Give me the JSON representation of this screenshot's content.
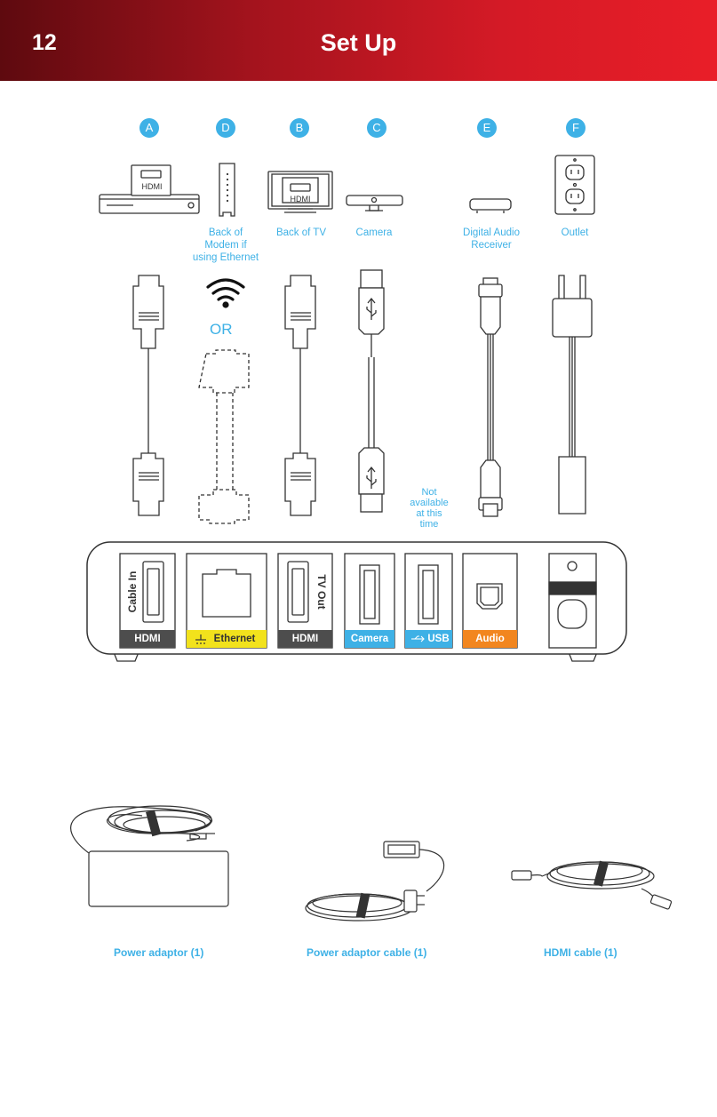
{
  "header": {
    "page_number": "12",
    "title": "Set Up"
  },
  "letters": {
    "a": "A",
    "d": "D",
    "b": "B",
    "c": "C",
    "e": "E",
    "f": "F"
  },
  "devices": {
    "cable_box_hdmi": "HDMI",
    "tv_hdmi": "HDMI",
    "modem": "Back of\nModem if\nusing Ethernet",
    "tv": "Back of TV",
    "camera": "Camera",
    "audio": "Digital Audio\nReceiver",
    "outlet": "Outlet"
  },
  "or_label": "OR",
  "not_available": "Not\navailable\nat this\ntime",
  "ports": {
    "cable_in": "Cable In",
    "tv_out": "TV Out",
    "hdmi_in": "HDMI",
    "ethernet": "Ethernet",
    "hdmi_out": "HDMI",
    "camera": "Camera",
    "usb": "USB",
    "audio": "Audio"
  },
  "accessories": {
    "power_adaptor": "Power adaptor (1)",
    "power_cable": "Power adaptor cable (1)",
    "hdmi_cable": "HDMI cable (1)"
  },
  "colors": {
    "accent_blue": "#3eb1e6",
    "header_red": "#e91e28",
    "ethernet_yellow": "#f2e21c",
    "audio_orange": "#f2861f",
    "label_gray": "#4d4d4d"
  }
}
